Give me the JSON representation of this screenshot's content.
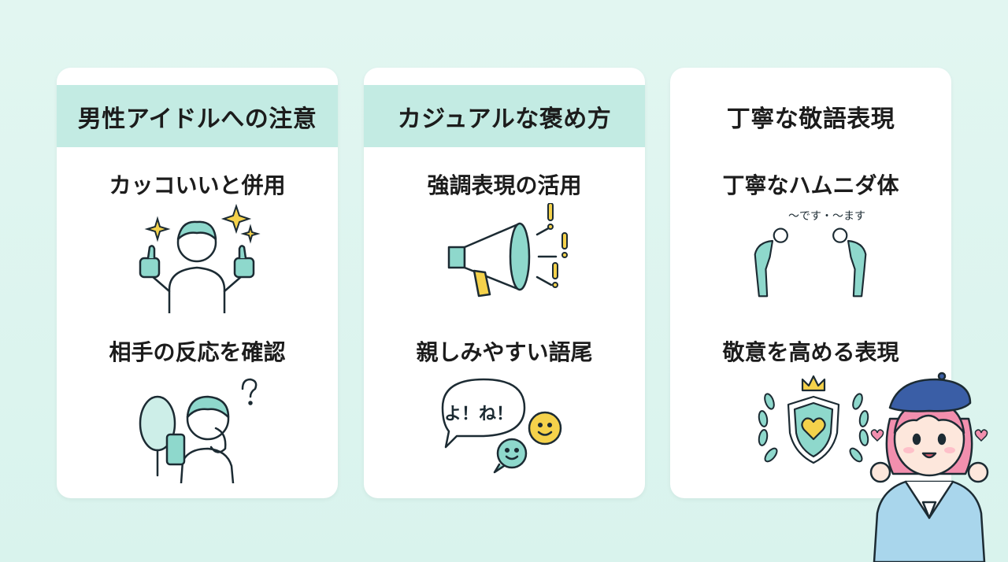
{
  "cards": [
    {
      "title": "男性アイドルへの注意",
      "items": [
        {
          "label": "カッコいいと併用",
          "icon": "thumbs-up-person-icon"
        },
        {
          "label": "相手の反応を確認",
          "icon": "confused-person-mirror-icon"
        }
      ]
    },
    {
      "title": "カジュアルな褒め方",
      "items": [
        {
          "label": "強調表現の活用",
          "icon": "megaphone-icon"
        },
        {
          "label": "親しみやすい語尾",
          "icon": "speech-bubble-icon",
          "bubble_text": "よ！ね！"
        }
      ]
    },
    {
      "title": "丁寧な敬語表現",
      "items": [
        {
          "label": "丁寧なハムニダ体",
          "icon": "bowing-people-icon",
          "caption": "〜です・〜ます"
        },
        {
          "label": "敬意を高める表現",
          "icon": "shield-heart-icon"
        }
      ]
    }
  ],
  "colors": {
    "background": "#dff5f0",
    "header": "#c3ebe3",
    "teal": "#8ed8cc",
    "yellow": "#f5d24b",
    "outline": "#1c2b33"
  }
}
